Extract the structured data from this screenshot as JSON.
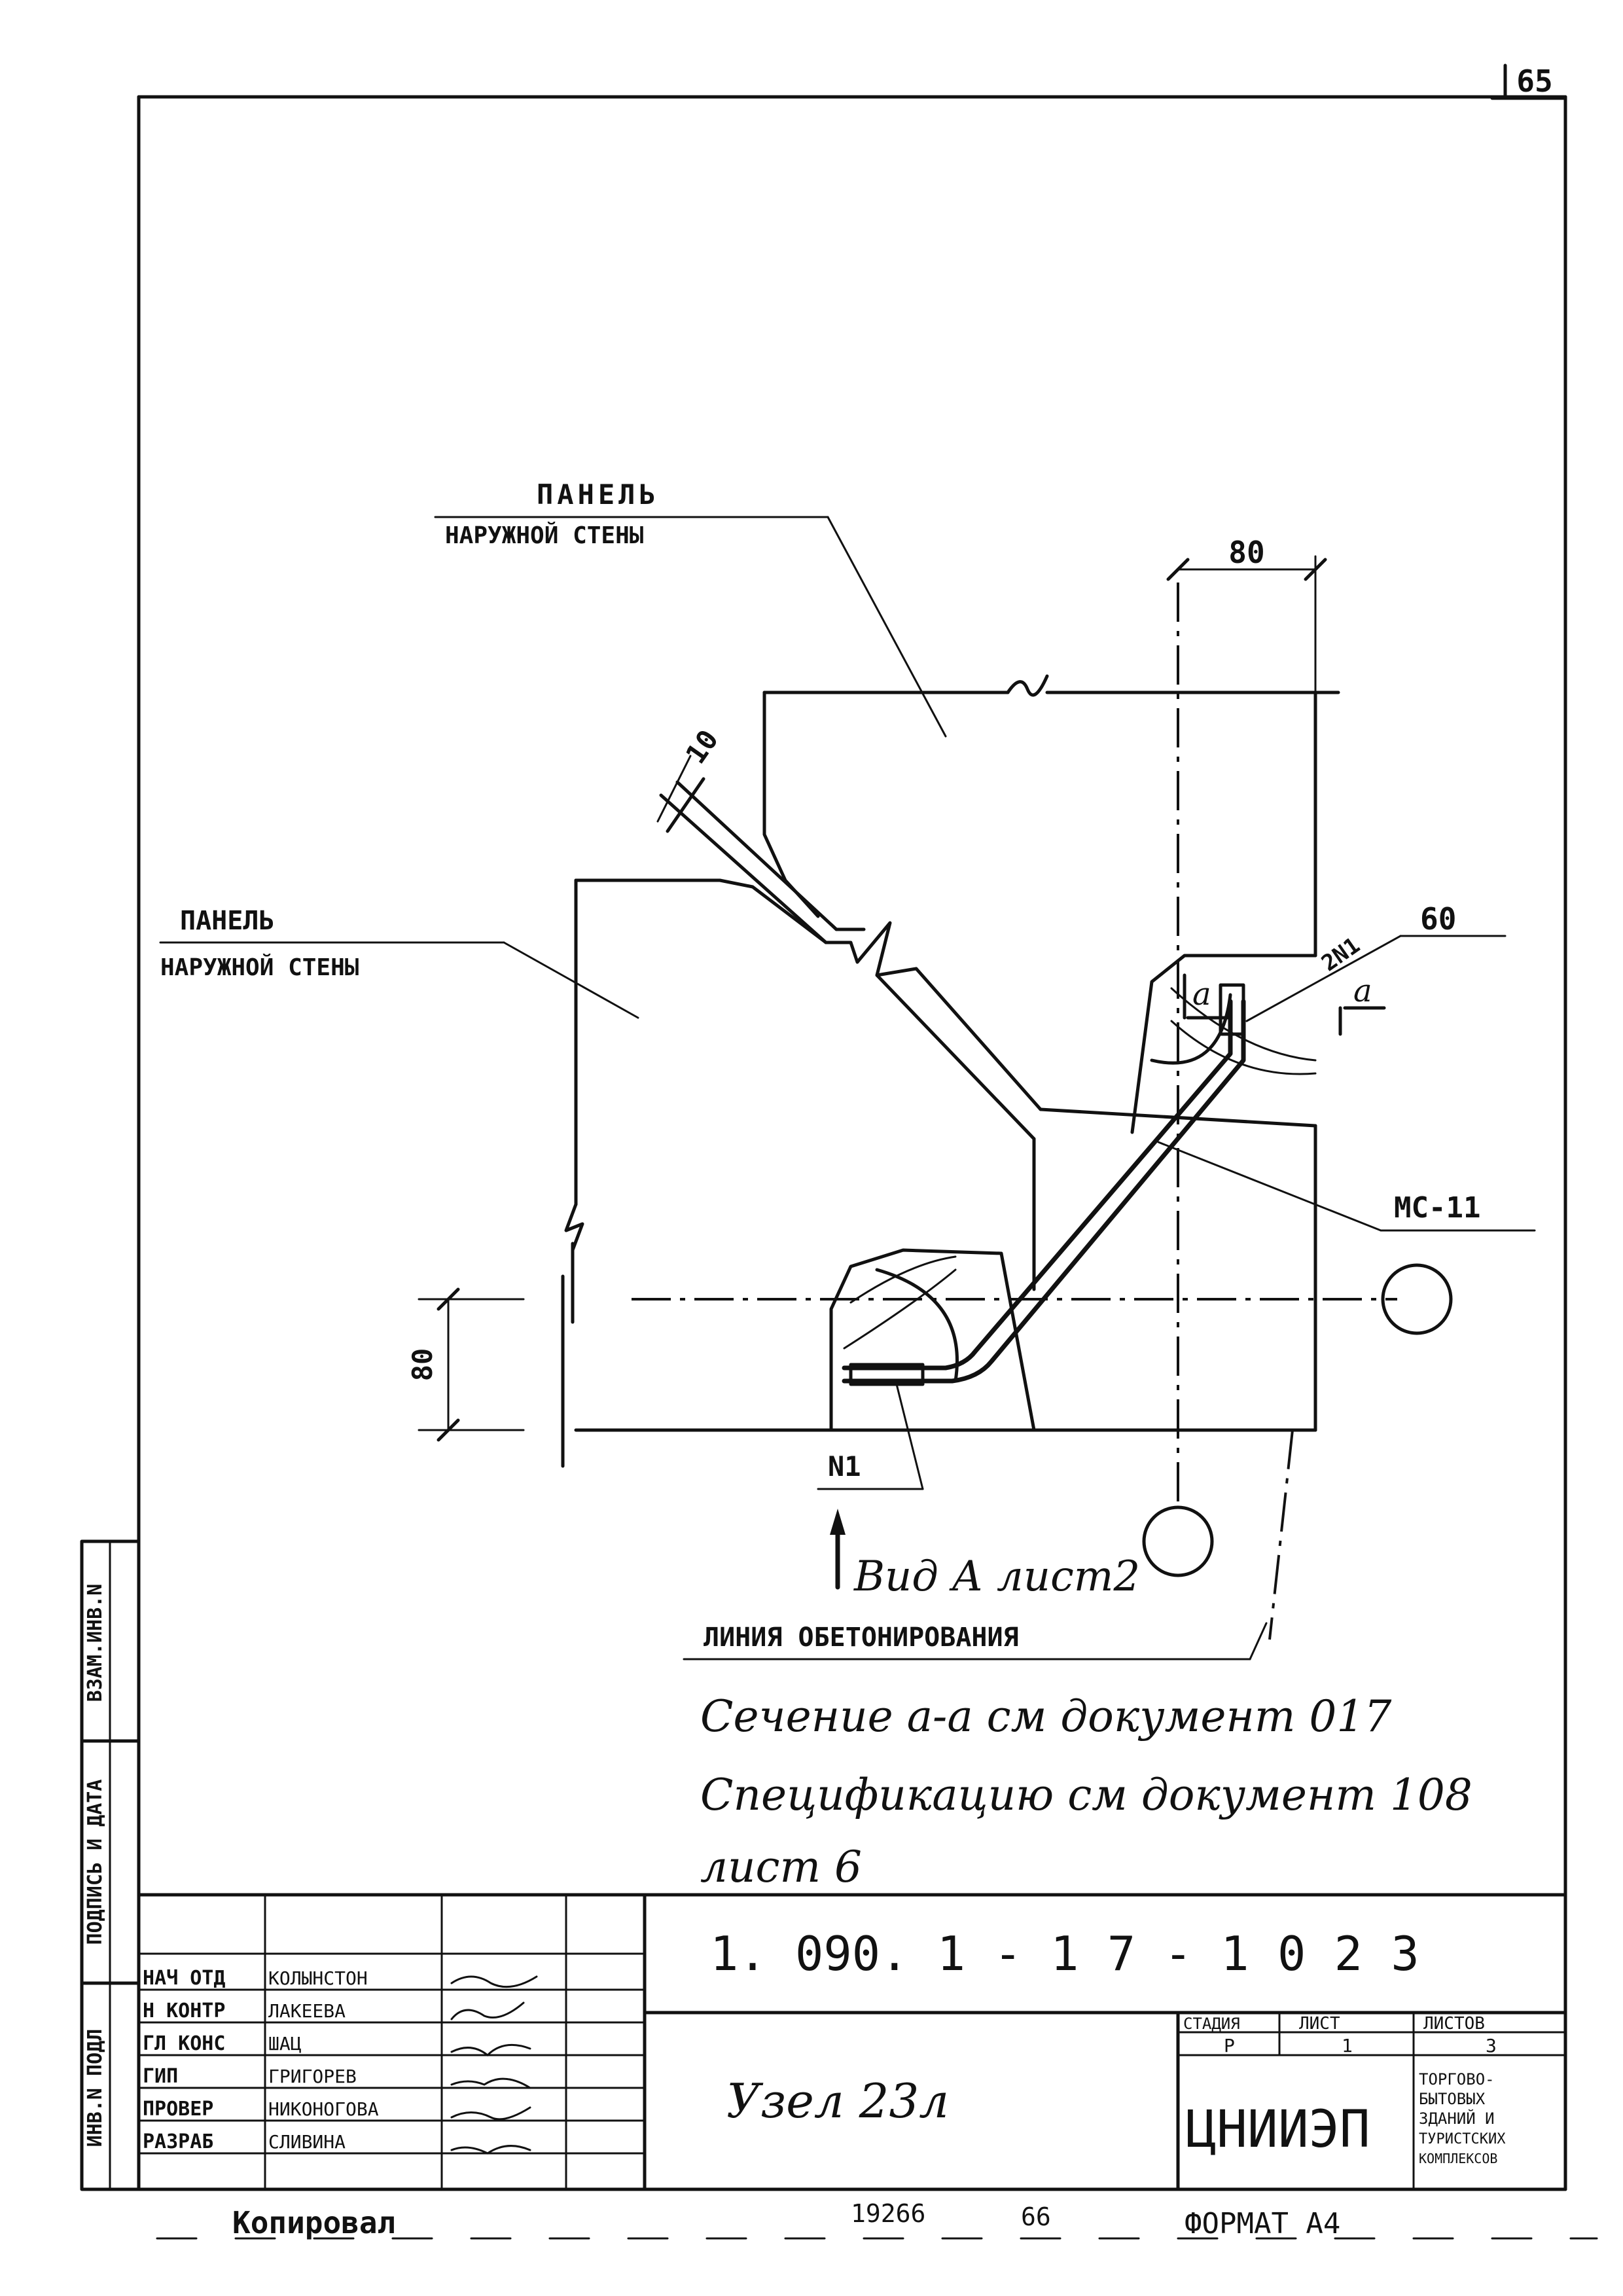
{
  "sheet": {
    "page_number": "65",
    "bottom_left": "Копировал",
    "bottom_mid_1": "19266",
    "bottom_mid_2": "66",
    "format": "ФОРМАТ А4"
  },
  "drawing": {
    "panel_upper": {
      "line1": "ПАНЕЛЬ",
      "line2": "НАРУЖНОЙ СТЕНЫ"
    },
    "panel_left": {
      "line1": "ПАНЕЛЬ",
      "line2": "НАРУЖНОЙ СТЕНЫ"
    },
    "dim_top": "80",
    "dim_joint": "10",
    "dim_left": "80",
    "rebar_callout": "2N1",
    "rebar_dim": "60",
    "section_mark_left": "a",
    "section_mark_right": "a",
    "mc_label": "МС-11",
    "n1_label": "N1",
    "view_label": "Вид А лист2",
    "concrete_line": "ЛИНИЯ ОБЕТОНИРОВАНИЯ",
    "notes": [
      "Сечение а-а см документ 017",
      "Спецификацию см документ 108",
      "лист 6"
    ]
  },
  "side_stamp": {
    "cells": [
      "ИНВ.N ПОДЛ",
      "ПОДПИСЬ И ДАТА",
      "ВЗАМ.ИНВ.N"
    ]
  },
  "title_block": {
    "doc_code": "1. 090. 1 - 1 7 - 1   0 2 3",
    "title": "Узел 23л",
    "roles": [
      {
        "role": "НАЧ ОТД",
        "name": "КОЛЫНСТОН"
      },
      {
        "role": "Н КОНТР",
        "name": "ЛАКЕЕВА"
      },
      {
        "role": "ГЛ КОНС",
        "name": "ШАЦ"
      },
      {
        "role": "ГИП",
        "name": "ГРИГОРЕВ"
      },
      {
        "role": "ПРОВЕР",
        "name": "НИКОНОГОВА"
      },
      {
        "role": "РАЗРАБ",
        "name": "СЛИВИНА"
      }
    ],
    "stage_header": "СТАДИЯ",
    "sheet_header": "ЛИСТ",
    "sheets_header": "ЛИСТОВ",
    "stage": "Р",
    "sheet": "1",
    "sheets": "3",
    "org": "ЦНИИЭП",
    "org_desc": [
      "ТОРГОВО-",
      "БЫТОВЫХ",
      "ЗДАНИЙ И",
      "ТУРИСТСКИХ",
      "КОМПЛЕКСОВ"
    ]
  }
}
